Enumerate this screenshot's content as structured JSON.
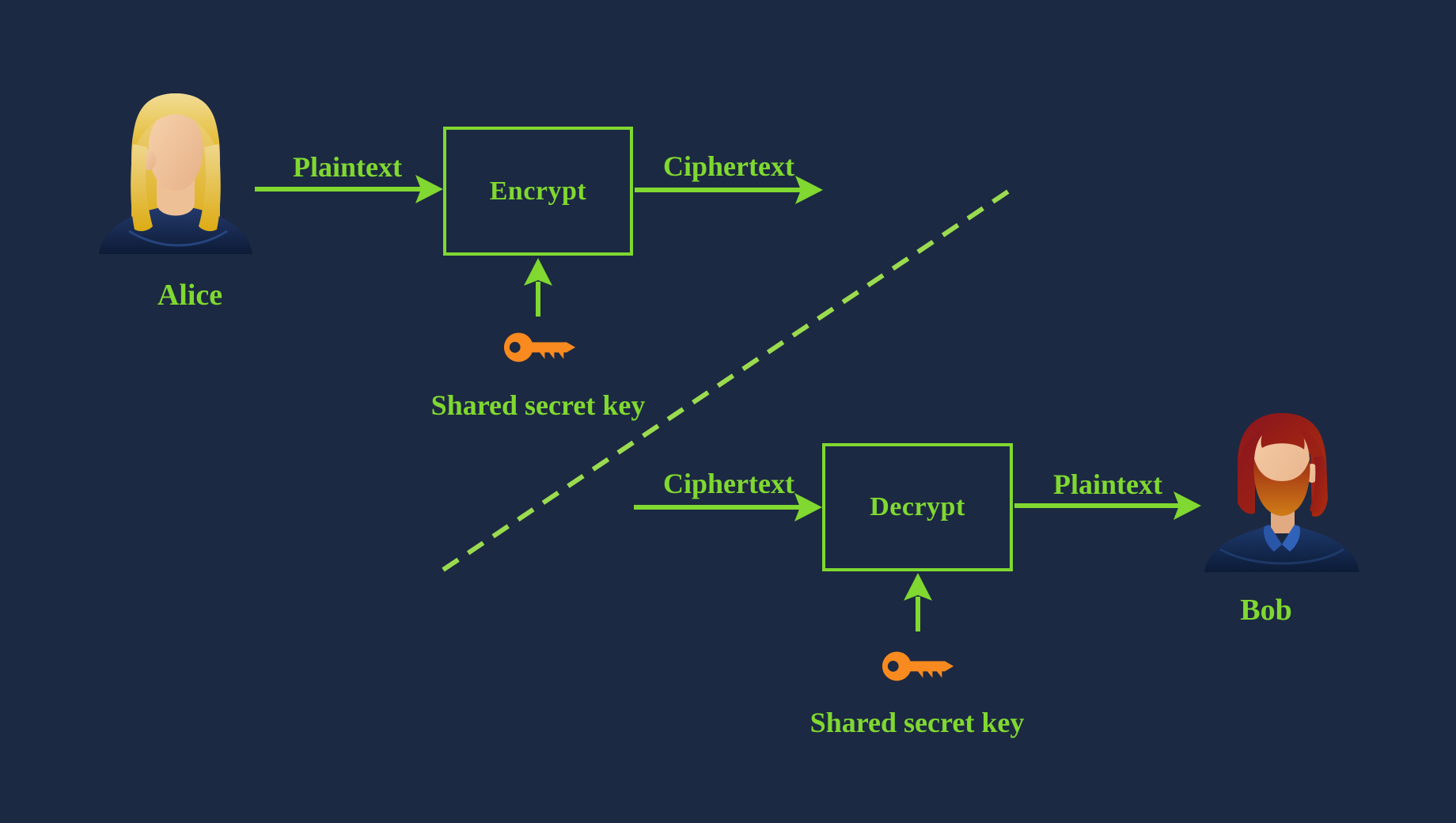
{
  "title": "Symmetric encryption diagram",
  "colors": {
    "background": "#1c2942",
    "accent_green": "#80d830",
    "dash_green": "#9bdb4f",
    "key_orange": "#f98a1f"
  },
  "actors": {
    "alice": {
      "name": "Alice",
      "avatar": "woman-avatar"
    },
    "bob": {
      "name": "Bob",
      "avatar": "man-avatar"
    }
  },
  "top_flow": {
    "input_label": "Plaintext",
    "process_label": "Encrypt",
    "output_label": "Ciphertext",
    "key_label": "Shared secret key",
    "key_icon": "key-icon"
  },
  "bottom_flow": {
    "input_label": "Ciphertext",
    "process_label": "Decrypt",
    "output_label": "Plaintext",
    "key_label": "Shared secret key",
    "key_icon": "key-icon"
  },
  "divider": {
    "style": "dashed-diagonal"
  }
}
